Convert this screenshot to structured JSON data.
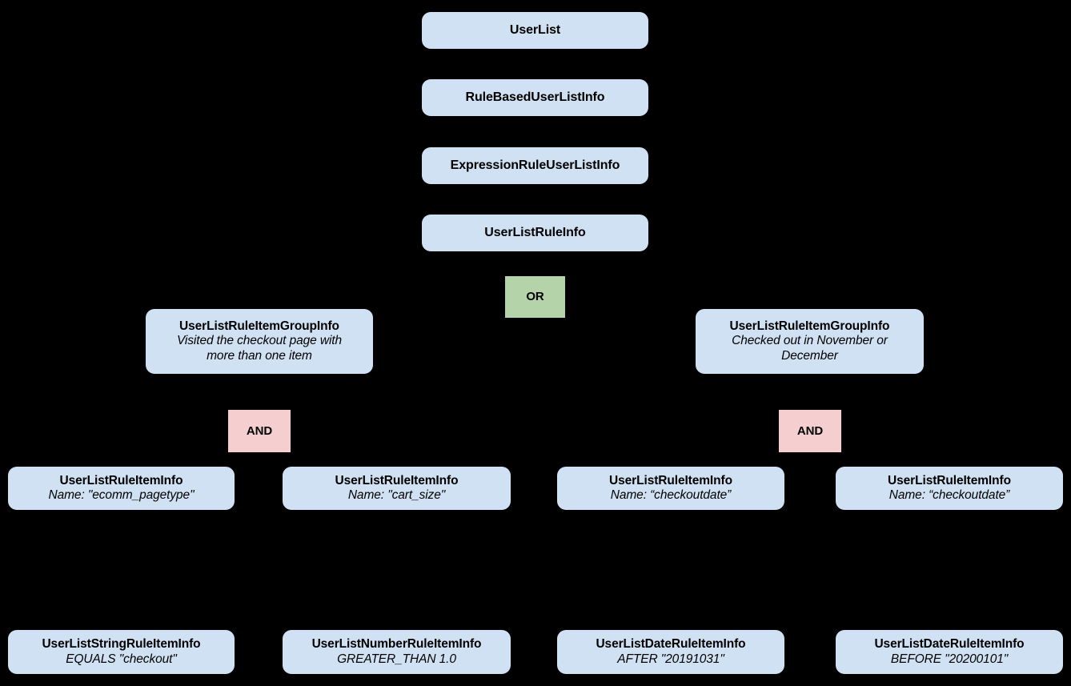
{
  "diagram": {
    "type": "hierarchy-tree",
    "background_color": "#000000",
    "node_color": "#cfe1f2",
    "or_color": "#b5d3a8",
    "and_color": "#f5cfcf",
    "text_color": "#000000"
  },
  "chain": [
    {
      "title": "UserList"
    },
    {
      "title": "RuleBasedUserListInfo"
    },
    {
      "title": "ExpressionRuleUserListInfo"
    },
    {
      "title": "UserListRuleInfo"
    }
  ],
  "operators": {
    "or": {
      "label": "OR"
    },
    "and_left": {
      "label": "AND"
    },
    "and_right": {
      "label": "AND"
    }
  },
  "groups": [
    {
      "title": "UserListRuleItemGroupInfo",
      "description_line1": "Visited the checkout page with",
      "description_line2": "more than one item"
    },
    {
      "title": "UserListRuleItemGroupInfo",
      "description_line1": "Checked out in November or",
      "description_line2": "December"
    }
  ],
  "rule_items": [
    {
      "title": "UserListRuleItemInfo",
      "detail": "Name: \"ecomm_pagetype\""
    },
    {
      "title": "UserListRuleItemInfo",
      "detail": "Name: \"cart_size\""
    },
    {
      "title": "UserListRuleItemInfo",
      "detail": "Name: “checkoutdate”"
    },
    {
      "title": "UserListRuleItemInfo",
      "detail": "Name: “checkoutdate”"
    }
  ],
  "typed_rule_items": [
    {
      "title": "UserListStringRuleItemInfo",
      "detail": "EQUALS \"checkout\""
    },
    {
      "title": "UserListNumberRuleItemInfo",
      "detail": "GREATER_THAN 1.0"
    },
    {
      "title": "UserListDateRuleItemInfo",
      "detail": "AFTER \"20191031\""
    },
    {
      "title": "UserListDateRuleItemInfo",
      "detail": "BEFORE \"20200101\""
    }
  ]
}
